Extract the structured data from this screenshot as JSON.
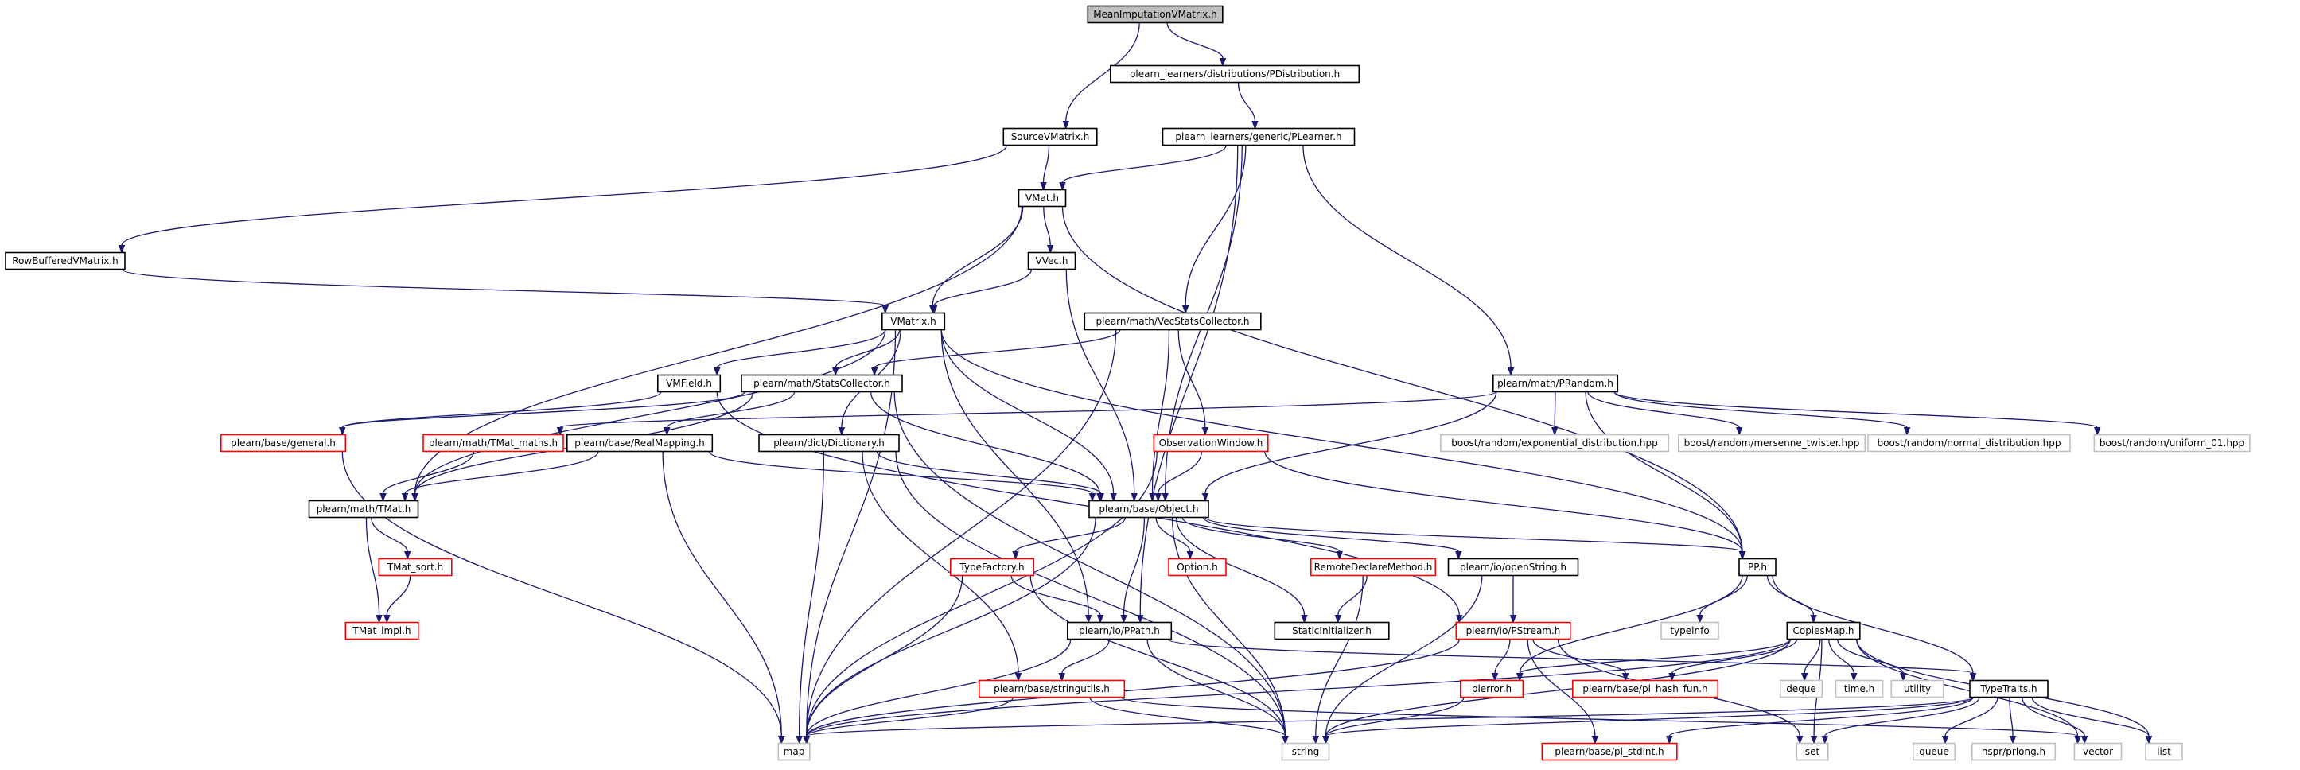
{
  "diagram": {
    "colors": {
      "edge": "#191970",
      "root_fill": "#bfbfbf",
      "border_documented": "#000000",
      "border_truncated": "#ff0000",
      "border_external": "#bfbfbf"
    },
    "nodes": [
      {
        "id": "root",
        "label": "MeanImputationVMatrix.h",
        "style": "root"
      },
      {
        "id": "pdist",
        "label": "plearn_learners/distributions/PDistribution.h",
        "style": "doc"
      },
      {
        "id": "sourcevm",
        "label": "SourceVMatrix.h",
        "style": "doc"
      },
      {
        "id": "plearner",
        "label": "plearn_learners/generic/PLearner.h",
        "style": "doc"
      },
      {
        "id": "vmat",
        "label": "VMat.h",
        "style": "doc"
      },
      {
        "id": "rowbuf",
        "label": "RowBufferedVMatrix.h",
        "style": "doc"
      },
      {
        "id": "vvec",
        "label": "VVec.h",
        "style": "doc"
      },
      {
        "id": "vmatrix",
        "label": "VMatrix.h",
        "style": "doc"
      },
      {
        "id": "vecstats",
        "label": "plearn/math/VecStatsCollector.h",
        "style": "doc"
      },
      {
        "id": "vmfield",
        "label": "VMField.h",
        "style": "doc"
      },
      {
        "id": "statscol",
        "label": "plearn/math/StatsCollector.h",
        "style": "doc"
      },
      {
        "id": "prandom",
        "label": "plearn/math/PRandom.h",
        "style": "doc"
      },
      {
        "id": "general",
        "label": "plearn/base/general.h",
        "style": "trunc"
      },
      {
        "id": "tmatmaths",
        "label": "plearn/math/TMat_maths.h",
        "style": "trunc"
      },
      {
        "id": "realmap",
        "label": "plearn/base/RealMapping.h",
        "style": "doc"
      },
      {
        "id": "dict",
        "label": "plearn/dict/Dictionary.h",
        "style": "doc"
      },
      {
        "id": "obswin",
        "label": "ObservationWindow.h",
        "style": "trunc"
      },
      {
        "id": "expdist",
        "label": "boost/random/exponential_distribution.hpp",
        "style": "ext"
      },
      {
        "id": "mersenne",
        "label": "boost/random/mersenne_twister.hpp",
        "style": "ext"
      },
      {
        "id": "normdist",
        "label": "boost/random/normal_distribution.hpp",
        "style": "ext"
      },
      {
        "id": "uniform",
        "label": "boost/random/uniform_01.hpp",
        "style": "ext"
      },
      {
        "id": "tmat",
        "label": "plearn/math/TMat.h",
        "style": "doc"
      },
      {
        "id": "object",
        "label": "plearn/base/Object.h",
        "style": "doc"
      },
      {
        "id": "tmatsort",
        "label": "TMat_sort.h",
        "style": "trunc"
      },
      {
        "id": "tmatimpl",
        "label": "TMat_impl.h",
        "style": "trunc"
      },
      {
        "id": "typefactory",
        "label": "TypeFactory.h",
        "style": "trunc"
      },
      {
        "id": "option",
        "label": "Option.h",
        "style": "trunc"
      },
      {
        "id": "remotedecl",
        "label": "RemoteDeclareMethod.h",
        "style": "trunc"
      },
      {
        "id": "openstring",
        "label": "plearn/io/openString.h",
        "style": "doc"
      },
      {
        "id": "pp",
        "label": "PP.h",
        "style": "doc"
      },
      {
        "id": "ppath",
        "label": "plearn/io/PPath.h",
        "style": "doc"
      },
      {
        "id": "staticinit",
        "label": "StaticInitializer.h",
        "style": "doc"
      },
      {
        "id": "pstream",
        "label": "plearn/io/PStream.h",
        "style": "trunc"
      },
      {
        "id": "typeinfo",
        "label": "typeinfo",
        "style": "ext"
      },
      {
        "id": "copiesmap",
        "label": "CopiesMap.h",
        "style": "doc"
      },
      {
        "id": "stringutils",
        "label": "plearn/base/stringutils.h",
        "style": "trunc"
      },
      {
        "id": "plerror",
        "label": "plerror.h",
        "style": "trunc"
      },
      {
        "id": "hashfun",
        "label": "plearn/base/pl_hash_fun.h",
        "style": "trunc"
      },
      {
        "id": "deque",
        "label": "deque",
        "style": "ext"
      },
      {
        "id": "timeh",
        "label": "time.h",
        "style": "ext"
      },
      {
        "id": "utility",
        "label": "utility",
        "style": "ext"
      },
      {
        "id": "typetraits",
        "label": "TypeTraits.h",
        "style": "doc"
      },
      {
        "id": "map",
        "label": "map",
        "style": "ext"
      },
      {
        "id": "string",
        "label": "string",
        "style": "ext"
      },
      {
        "id": "stdint",
        "label": "plearn/base/pl_stdint.h",
        "style": "trunc"
      },
      {
        "id": "set",
        "label": "set",
        "style": "ext"
      },
      {
        "id": "queue",
        "label": "queue",
        "style": "ext"
      },
      {
        "id": "nsprlong",
        "label": "nspr/prlong.h",
        "style": "ext"
      },
      {
        "id": "vector",
        "label": "vector",
        "style": "ext"
      },
      {
        "id": "list",
        "label": "list",
        "style": "ext"
      }
    ],
    "edges": [
      [
        "root",
        "sourcevm"
      ],
      [
        "root",
        "pdist"
      ],
      [
        "pdist",
        "plearner"
      ],
      [
        "sourcevm",
        "vmat"
      ],
      [
        "sourcevm",
        "rowbuf"
      ],
      [
        "plearner",
        "vmat"
      ],
      [
        "plearner",
        "vecstats"
      ],
      [
        "plearner",
        "prandom"
      ],
      [
        "plearner",
        "object"
      ],
      [
        "plearner",
        "ppath"
      ],
      [
        "vmat",
        "vvec"
      ],
      [
        "vmat",
        "vmatrix"
      ],
      [
        "vmat",
        "tmat"
      ],
      [
        "vmat",
        "pp"
      ],
      [
        "rowbuf",
        "vmatrix"
      ],
      [
        "vvec",
        "vmatrix"
      ],
      [
        "vvec",
        "object"
      ],
      [
        "vmatrix",
        "vmfield"
      ],
      [
        "vmatrix",
        "statscol"
      ],
      [
        "vmatrix",
        "dict"
      ],
      [
        "vmatrix",
        "object"
      ],
      [
        "vmatrix",
        "ppath"
      ],
      [
        "vmatrix",
        "tmat"
      ],
      [
        "vmatrix",
        "map"
      ],
      [
        "vmatrix",
        "pp"
      ],
      [
        "vecstats",
        "statscol"
      ],
      [
        "vecstats",
        "obswin"
      ],
      [
        "vecstats",
        "object"
      ],
      [
        "vecstats",
        "map"
      ],
      [
        "vmfield",
        "general"
      ],
      [
        "vmfield",
        "pstream"
      ],
      [
        "statscol",
        "general"
      ],
      [
        "statscol",
        "realmap"
      ],
      [
        "statscol",
        "object"
      ],
      [
        "statscol",
        "tmat"
      ],
      [
        "statscol",
        "string"
      ],
      [
        "prandom",
        "expdist"
      ],
      [
        "prandom",
        "mersenne"
      ],
      [
        "prandom",
        "normdist"
      ],
      [
        "prandom",
        "uniform"
      ],
      [
        "prandom",
        "object"
      ],
      [
        "prandom",
        "tmatmaths"
      ],
      [
        "prandom",
        "pp"
      ],
      [
        "general",
        "map"
      ],
      [
        "tmatmaths",
        "tmat"
      ],
      [
        "realmap",
        "tmat"
      ],
      [
        "realmap",
        "object"
      ],
      [
        "realmap",
        "map"
      ],
      [
        "dict",
        "object"
      ],
      [
        "dict",
        "map"
      ],
      [
        "dict",
        "string"
      ],
      [
        "dict",
        "stringutils"
      ],
      [
        "obswin",
        "object"
      ],
      [
        "obswin",
        "map"
      ],
      [
        "obswin",
        "pp"
      ],
      [
        "tmat",
        "tmatsort"
      ],
      [
        "tmat",
        "tmatimpl"
      ],
      [
        "tmatsort",
        "tmatimpl"
      ],
      [
        "object",
        "typefactory"
      ],
      [
        "object",
        "option"
      ],
      [
        "object",
        "remotedecl"
      ],
      [
        "object",
        "openstring"
      ],
      [
        "object",
        "pp"
      ],
      [
        "object",
        "ppath"
      ],
      [
        "object",
        "staticinit"
      ],
      [
        "object",
        "map"
      ],
      [
        "object",
        "string"
      ],
      [
        "typefactory",
        "ppath"
      ],
      [
        "typefactory",
        "map"
      ],
      [
        "typefactory",
        "string"
      ],
      [
        "remotedecl",
        "staticinit"
      ],
      [
        "remotedecl",
        "string"
      ],
      [
        "openstring",
        "pstream"
      ],
      [
        "openstring",
        "string"
      ],
      [
        "pp",
        "typeinfo"
      ],
      [
        "pp",
        "copiesmap"
      ],
      [
        "pp",
        "plerror"
      ],
      [
        "pp",
        "typetraits"
      ],
      [
        "ppath",
        "stringutils"
      ],
      [
        "ppath",
        "map"
      ],
      [
        "ppath",
        "string"
      ],
      [
        "ppath",
        "typetraits"
      ],
      [
        "pstream",
        "plerror"
      ],
      [
        "pstream",
        "hashfun"
      ],
      [
        "pstream",
        "stdint"
      ],
      [
        "pstream",
        "map"
      ],
      [
        "pstream",
        "set"
      ],
      [
        "copiesmap",
        "plerror"
      ],
      [
        "copiesmap",
        "hashfun"
      ],
      [
        "copiesmap",
        "deque"
      ],
      [
        "copiesmap",
        "timeh"
      ],
      [
        "copiesmap",
        "utility"
      ],
      [
        "copiesmap",
        "map"
      ],
      [
        "copiesmap",
        "string"
      ],
      [
        "copiesmap",
        "set"
      ],
      [
        "copiesmap",
        "vector"
      ],
      [
        "copiesmap",
        "list"
      ],
      [
        "stringutils",
        "map"
      ],
      [
        "stringutils",
        "string"
      ],
      [
        "stringutils",
        "vector"
      ],
      [
        "plerror",
        "string"
      ],
      [
        "typetraits",
        "map"
      ],
      [
        "typetraits",
        "string"
      ],
      [
        "typetraits",
        "stdint"
      ],
      [
        "typetraits",
        "set"
      ],
      [
        "typetraits",
        "queue"
      ],
      [
        "typetraits",
        "nsprlong"
      ],
      [
        "typetraits",
        "vector"
      ],
      [
        "typetraits",
        "list"
      ]
    ]
  }
}
